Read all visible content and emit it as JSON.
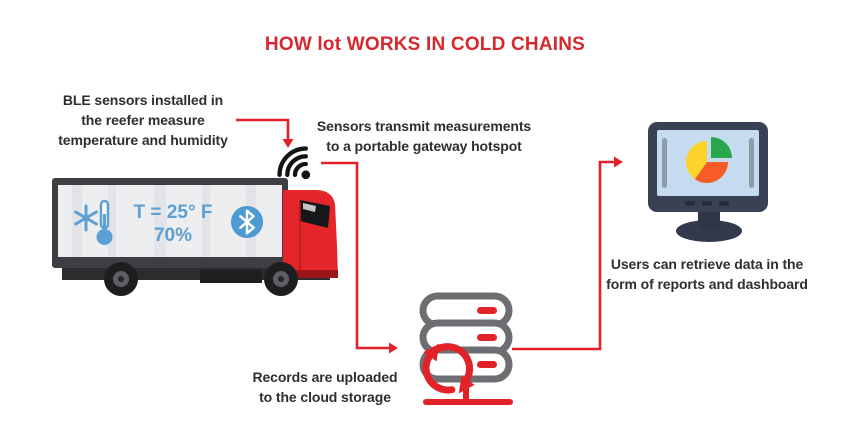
{
  "title": "HOW lot WORKS IN COLD CHAINS",
  "annotations": {
    "ble": "BLE sensors installed in\nthe reefer measure\ntemperature and humidity",
    "gateway": "Sensors transmit measurements\nto a portable gateway hotspot",
    "cloud": "Records are uploaded\nto the cloud storage",
    "users": "Users can retrieve data in the\nform of reports and dashboard"
  },
  "truck_display": {
    "temperature": "T = 25° F",
    "humidity": "70%"
  },
  "icons": {
    "gateway": "wifi-signal-icon",
    "truck_cold": "snowflake-thermometer-icon",
    "truck_bluetooth": "bluetooth-icon",
    "cloud_server": "server-sync-icon",
    "dashboard": "monitor-pie-chart-icon"
  },
  "colors": {
    "accent_red": "#e32129",
    "title_red": "#d5292f",
    "text_dark": "#2e2e2e",
    "truck_blue": "#5b9fd4",
    "bluetooth_blue": "#4e9ad2",
    "server_gray": "#6d6e71",
    "monitor_navy": "#3a4154",
    "screen_blue": "#c5dcf0",
    "pie_yellow": "#fcd32a",
    "pie_green": "#2aa64c",
    "pie_orange": "#f75b28"
  }
}
